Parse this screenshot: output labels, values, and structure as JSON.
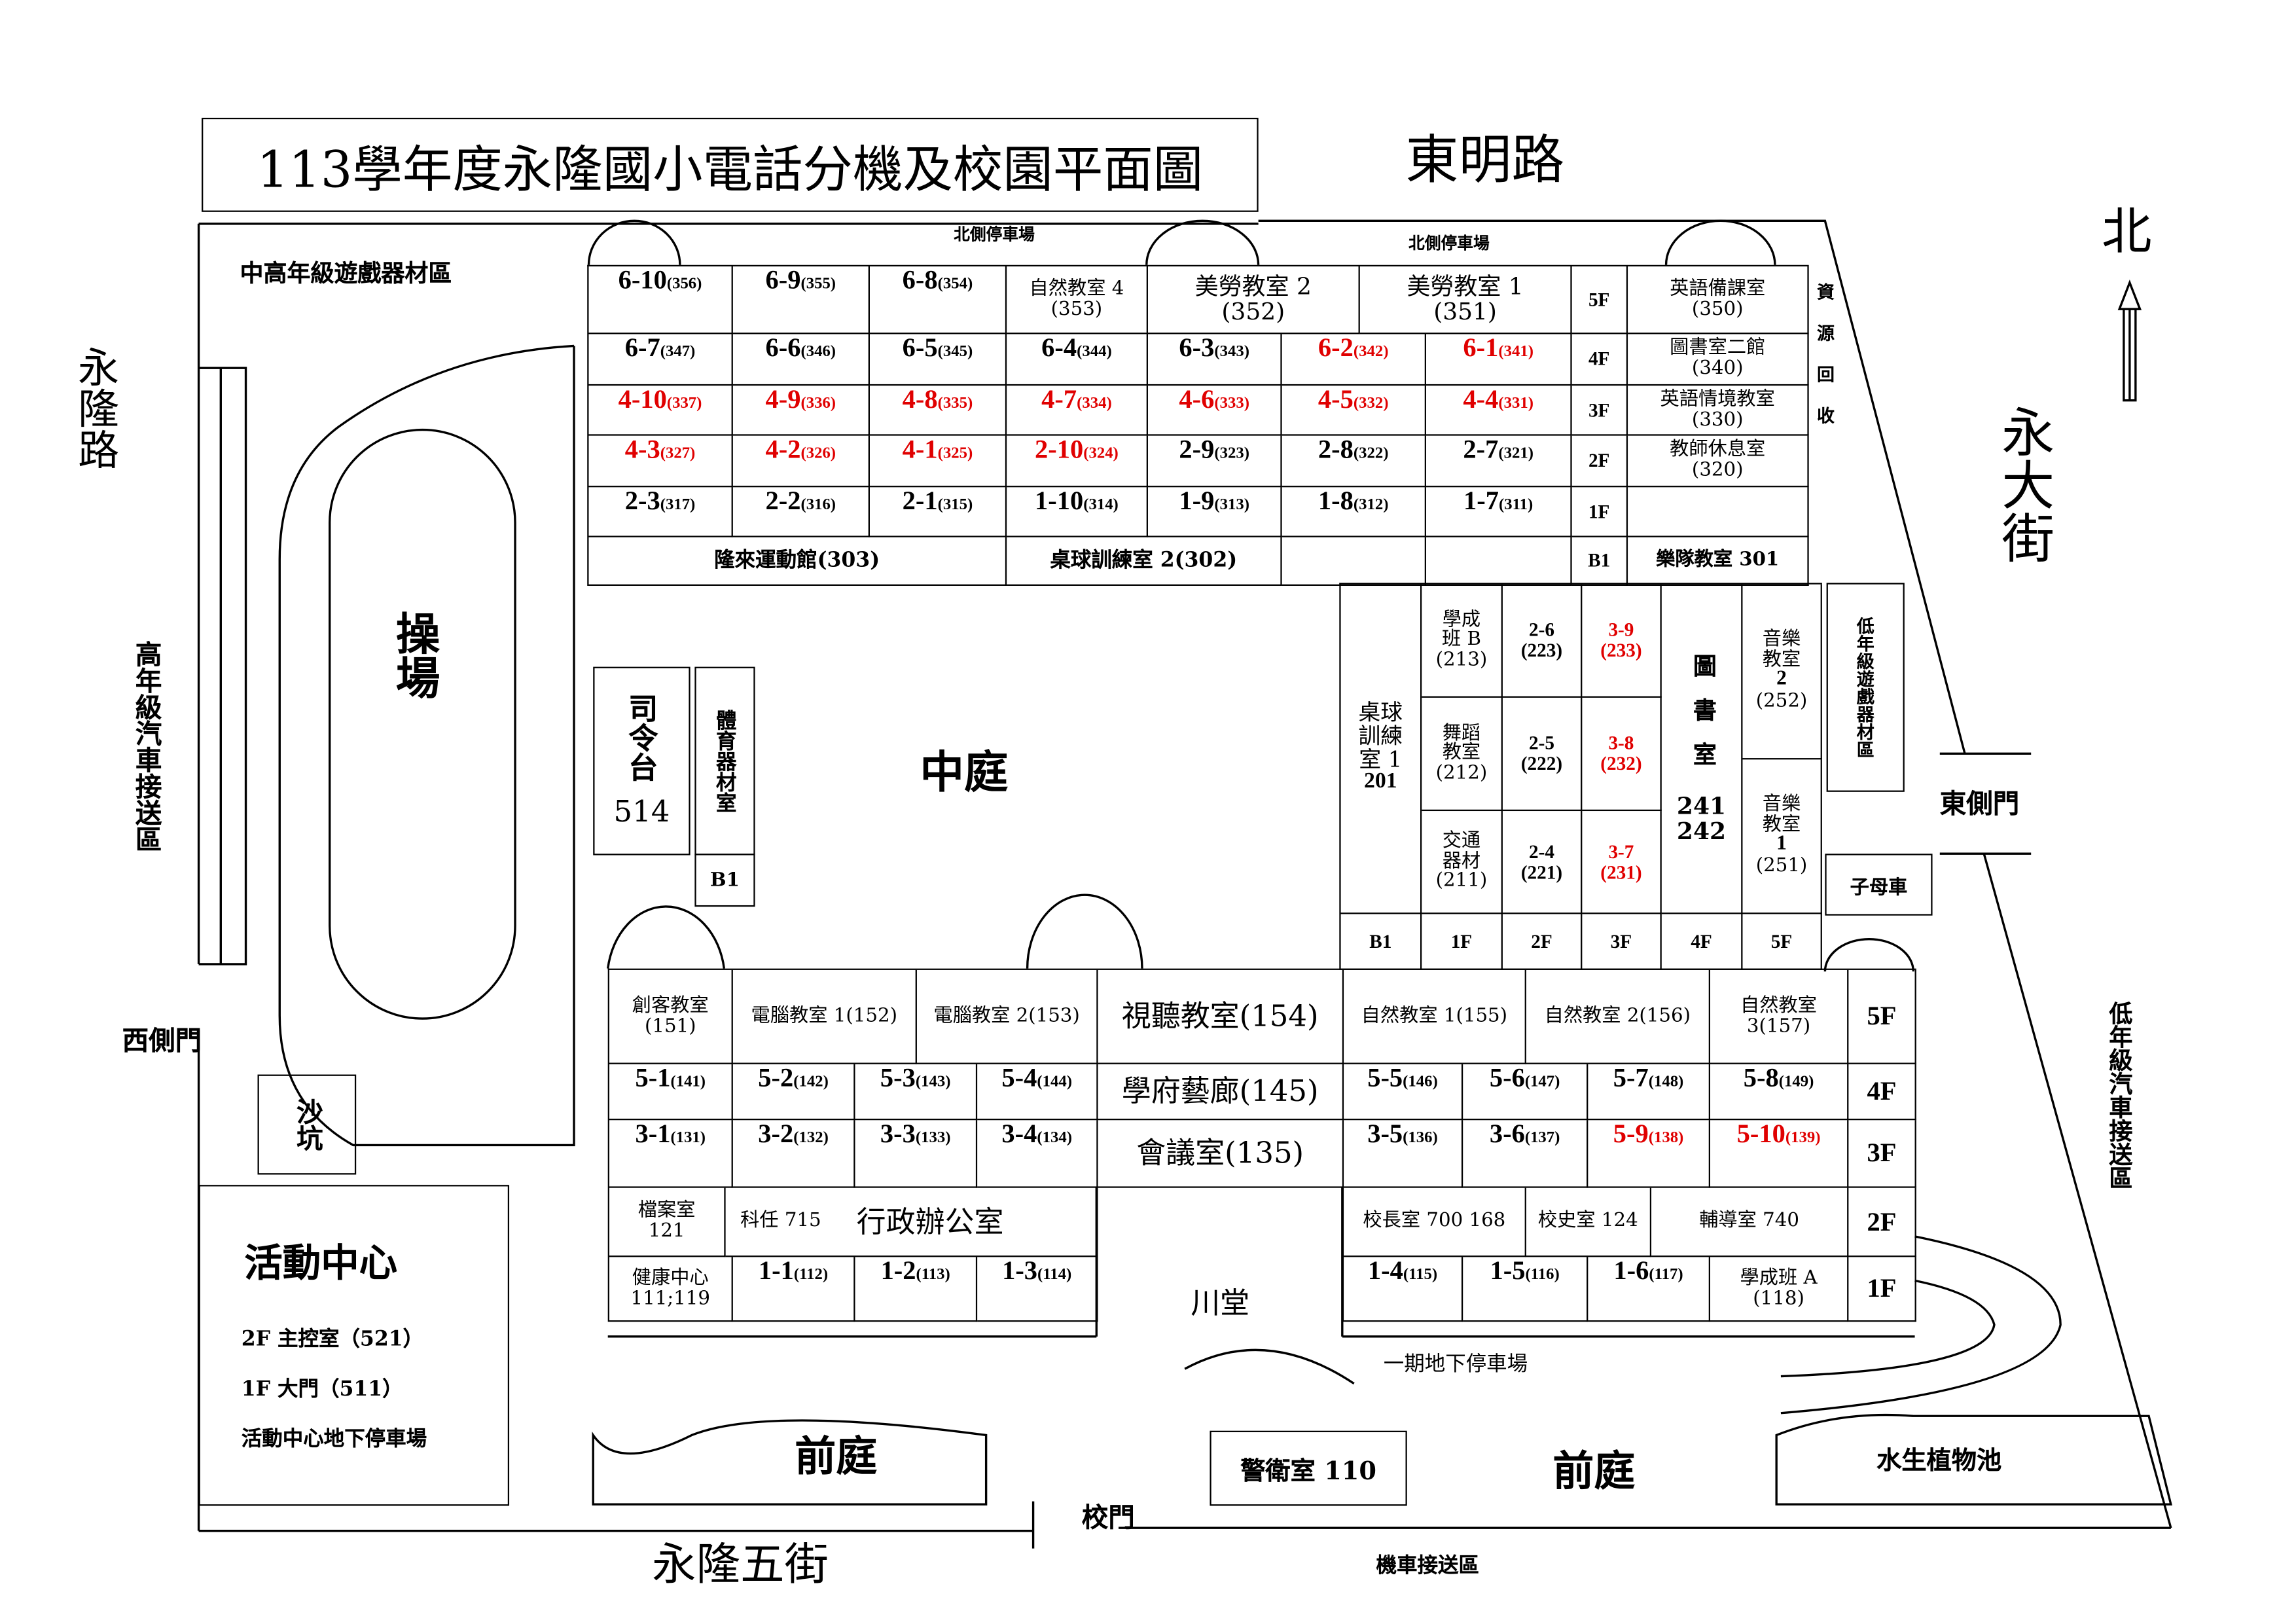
{
  "title": "113學年度永隆國小電話分機及校園平面圖",
  "roads": {
    "north": "東明路",
    "east": "永大街",
    "west": "永隆路",
    "south": "永隆五街"
  },
  "compass": "北",
  "labels": {
    "north_parking_1": "北側停車場",
    "north_parking_2": "北側停車場",
    "play_area_upper": "中高年級遊戲器材區",
    "playground": "操場",
    "senior_pickup": "高年級汽車接送區",
    "west_gate": "西側門",
    "sandpit": "沙坑",
    "podium": "司令台",
    "podium_ext": "514",
    "pe_storage": "體育器材室",
    "pe_storage_floor": "B1",
    "courtyard": "中庭",
    "recycling": "資源回收",
    "junior_play": "低年級遊戲器材區",
    "east_gate": "東側門",
    "stroller": "子母車",
    "junior_pickup": "低年級汽車接送區",
    "underground_parking": "一期地下停車場",
    "front_yard_left": "前庭",
    "front_yard_right": "前庭",
    "school_gate": "校門",
    "guard_room": "警衛室 110",
    "aquatic_pond": "水生植物池",
    "scooter_dropoff": "機車接送區"
  },
  "activity_center": {
    "title": "活動中心",
    "lines": [
      "2F 主控室（521）",
      "1F 大門（511）",
      "活動中心地下停車場"
    ]
  },
  "top_building": {
    "rows": [
      [
        {
          "n": "6-10",
          "e": "(356)"
        },
        {
          "n": "6-9",
          "e": "(355)"
        },
        {
          "n": "6-8",
          "e": "(354)"
        },
        {
          "t": "自然教室 4",
          "e": "(353)"
        },
        {
          "t": "美勞教室 2",
          "e": "(352)"
        },
        {
          "t": "美勞教室 1",
          "e": "(351)"
        },
        {
          "f": "5F"
        },
        {
          "t": "英語備課室",
          "e": "(350)"
        }
      ],
      [
        {
          "n": "6-7",
          "e": "(347)"
        },
        {
          "n": "6-6",
          "e": "(346)"
        },
        {
          "n": "6-5",
          "e": "(345)"
        },
        {
          "n": "6-4",
          "e": "(344)"
        },
        {
          "n": "6-3",
          "e": "(343)"
        },
        {
          "n": "6-2",
          "e": "(342)"
        },
        {
          "n": "6-1",
          "e": "(341)"
        },
        {
          "f": "4F"
        },
        {
          "t": "圖書室二館",
          "e": "(340)"
        }
      ],
      [
        {
          "n": "4-10",
          "e": "(337)"
        },
        {
          "n": "4-9",
          "e": "(336)"
        },
        {
          "n": "4-8",
          "e": "(335)"
        },
        {
          "n": "4-7",
          "e": "(334)"
        },
        {
          "n": "4-6",
          "e": "(333)"
        },
        {
          "n": "4-5",
          "e": "(332)"
        },
        {
          "n": "4-4",
          "e": "(331)"
        },
        {
          "f": "3F"
        },
        {
          "t": "英語情境教室",
          "e": "(330)"
        }
      ],
      [
        {
          "n": "4-3",
          "e": "(327)"
        },
        {
          "n": "4-2",
          "e": "(326)"
        },
        {
          "n": "4-1",
          "e": "(325)"
        },
        {
          "n": "2-10",
          "e": "(324)"
        },
        {
          "n": "2-9",
          "e": "(323)"
        },
        {
          "n": "2-8",
          "e": "(322)"
        },
        {
          "n": "2-7",
          "e": "(321)"
        },
        {
          "f": "2F"
        },
        {
          "t": "教師休息室",
          "e": "(320)"
        }
      ],
      [
        {
          "n": "2-3",
          "e": "(317)"
        },
        {
          "n": "2-2",
          "e": "(316)"
        },
        {
          "n": "2-1",
          "e": "(315)"
        },
        {
          "n": "1-10",
          "e": "(314)"
        },
        {
          "n": "1-9",
          "e": "(313)"
        },
        {
          "n": "1-8",
          "e": "(312)"
        },
        {
          "n": "1-7",
          "e": "(311)"
        },
        {
          "f": "1F"
        }
      ],
      [
        {
          "t": "隆來運動館(303)"
        },
        {
          "t": "桌球訓練室 2(302)"
        },
        {
          "f": "B1"
        },
        {
          "t": "樂隊教室 301"
        }
      ]
    ]
  },
  "right_building": {
    "table_tennis": {
      "t": "桌球訓練室 1",
      "e": "201"
    },
    "rooms": [
      {
        "t": "學成班 B",
        "e": "(213)"
      },
      {
        "n": "2-6",
        "e": "(223)"
      },
      {
        "n": "3-9",
        "e": "(233)"
      },
      {
        "t": "舞蹈教室",
        "e": "(212)"
      },
      {
        "n": "2-5",
        "e": "(222)"
      },
      {
        "n": "3-8",
        "e": "(232)"
      },
      {
        "t": "交通器材",
        "e": "(211)"
      },
      {
        "n": "2-4",
        "e": "(221)"
      },
      {
        "n": "3-7",
        "e": "(231)"
      }
    ],
    "library": {
      "t": "圖書室",
      "e1": "241",
      "e2": "242"
    },
    "music2": {
      "t": "音樂教室",
      "n": "2",
      "e": "(252)"
    },
    "music1": {
      "t": "音樂教室",
      "n": "1",
      "e": "(251)"
    },
    "floors": [
      "B1",
      "1F",
      "2F",
      "3F",
      "4F",
      "5F"
    ]
  },
  "bottom_building": {
    "f5": [
      {
        "t": "創客教室",
        "e": "(151)"
      },
      {
        "t": "電腦教室 1(152)"
      },
      {
        "t": "電腦教室 2(153)"
      },
      {
        "t": "視聽教室(154)"
      },
      {
        "t": "自然教室 1(155)"
      },
      {
        "t": "自然教室 2(156)"
      },
      {
        "t": "自然教室",
        "e": "3(157)"
      },
      {
        "f": "5F"
      }
    ],
    "f4": [
      {
        "n": "5-1",
        "e": "(141)"
      },
      {
        "n": "5-2",
        "e": "(142)"
      },
      {
        "n": "5-3",
        "e": "(143)"
      },
      {
        "n": "5-4",
        "e": "(144)"
      },
      {
        "t": "學府藝廊(145)"
      },
      {
        "n": "5-5",
        "e": "(146)"
      },
      {
        "n": "5-6",
        "e": "(147)"
      },
      {
        "n": "5-7",
        "e": "(148)"
      },
      {
        "n": "5-8",
        "e": "(149)"
      },
      {
        "f": "4F"
      }
    ],
    "f3": [
      {
        "n": "3-1",
        "e": "(131)"
      },
      {
        "n": "3-2",
        "e": "(132)"
      },
      {
        "n": "3-3",
        "e": "(133)"
      },
      {
        "n": "3-4",
        "e": "(134)"
      },
      {
        "t": "會議室(135)"
      },
      {
        "n": "3-5",
        "e": "(136)"
      },
      {
        "n": "3-6",
        "e": "(137)"
      },
      {
        "n": "5-9",
        "e": "(138)"
      },
      {
        "n": "5-10",
        "e": "(139)"
      },
      {
        "f": "3F"
      }
    ],
    "f2": [
      {
        "t": "檔案室",
        "e": "121"
      },
      {
        "t": "科任 715",
        "t2": "行政辦公室"
      },
      {
        "t": "川堂"
      },
      {
        "t": "校長室 700 168"
      },
      {
        "t": "校史室 124"
      },
      {
        "t": "輔導室 740"
      },
      {
        "f": "2F"
      }
    ],
    "f1": [
      {
        "t": "健康中心",
        "e": "111;119"
      },
      {
        "n": "1-1",
        "e": "(112)"
      },
      {
        "n": "1-2",
        "e": "(113)"
      },
      {
        "n": "1-3",
        "e": "(114)"
      },
      {
        "n": "1-4",
        "e": "(115)"
      },
      {
        "n": "1-5",
        "e": "(116)"
      },
      {
        "n": "1-6",
        "e": "(117)"
      },
      {
        "t": "學成班 A",
        "e": "(118)"
      },
      {
        "f": "1F"
      }
    ]
  },
  "colors": {
    "highlight": "#e00000",
    "line": "#000000"
  }
}
